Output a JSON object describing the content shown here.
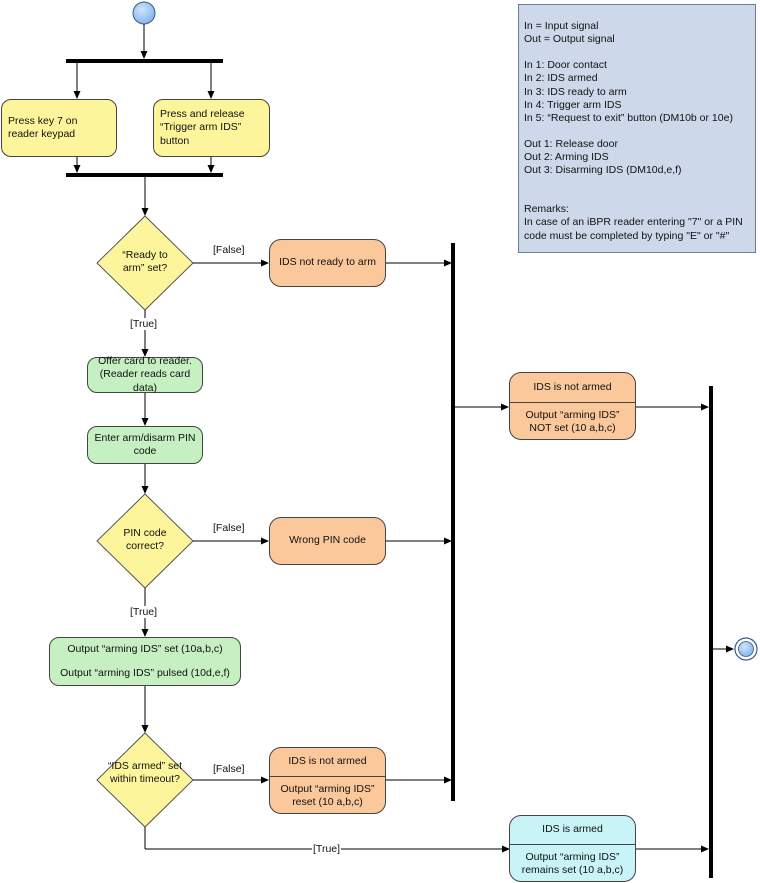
{
  "diagram": {
    "nodes": {
      "press_key": "Press key 7 on reader keypad",
      "press_trigger": "Press and release “Trigger arm IDS” button",
      "ready_decision": "“Ready to arm” set?",
      "not_ready": "IDS not ready to arm",
      "offer_card": "Offer card to reader. (Reader reads card data)",
      "enter_pin": "Enter arm/disarm PIN code",
      "pin_decision": "PIN code correct?",
      "wrong_pin": "Wrong PIN code",
      "output_line1": "Output “arming IDS” set (10a,b,c)",
      "output_line2": "Output “arming IDS” pulsed (10d,e,f)",
      "armed_decision": "“IDS armed” set within timeout?",
      "not_armed_reset_title": "IDS is not armed",
      "not_armed_reset_body": "Output “arming IDS” reset (10 a,b,c)",
      "not_armed_notset_title": "IDS is not armed",
      "not_armed_notset_body": "Output “arming IDS” NOT set (10 a,b,c)",
      "armed_title": "IDS is armed",
      "armed_body": "Output “arming IDS” remains set (10 a,b,c)"
    },
    "labels": {
      "false1": "[False]",
      "true1": "[True]",
      "false2": "[False]",
      "true2": "[True]",
      "false3": "[False]",
      "true3": "[True]"
    },
    "colors": {
      "start": "#9fc8f3",
      "yellow": "#fdf59b",
      "green": "#c6f0c2",
      "orange": "#fbc89b",
      "cyan": "#c8f4f8",
      "legend": "#cdd9ea"
    }
  },
  "legend": {
    "lines_a": [
      "In = Input signal",
      "Out = Output signal"
    ],
    "lines_in": [
      "In 1: Door contact",
      "In 2: IDS armed",
      "In 3: IDS ready to arm",
      "In 4: Trigger arm IDS",
      "In 5: “Request to exit” button (DM10b or 10e)"
    ],
    "lines_out": [
      "Out 1: Release door",
      "Out 2: Arming IDS",
      "Out 3: Disarming IDS (DM10d,e,f)"
    ],
    "remarks_title": "Remarks:",
    "remarks_text": "In case of an iBPR reader entering \"7\" or a PIN code must be completed by typing \"E\" or \"#\""
  }
}
